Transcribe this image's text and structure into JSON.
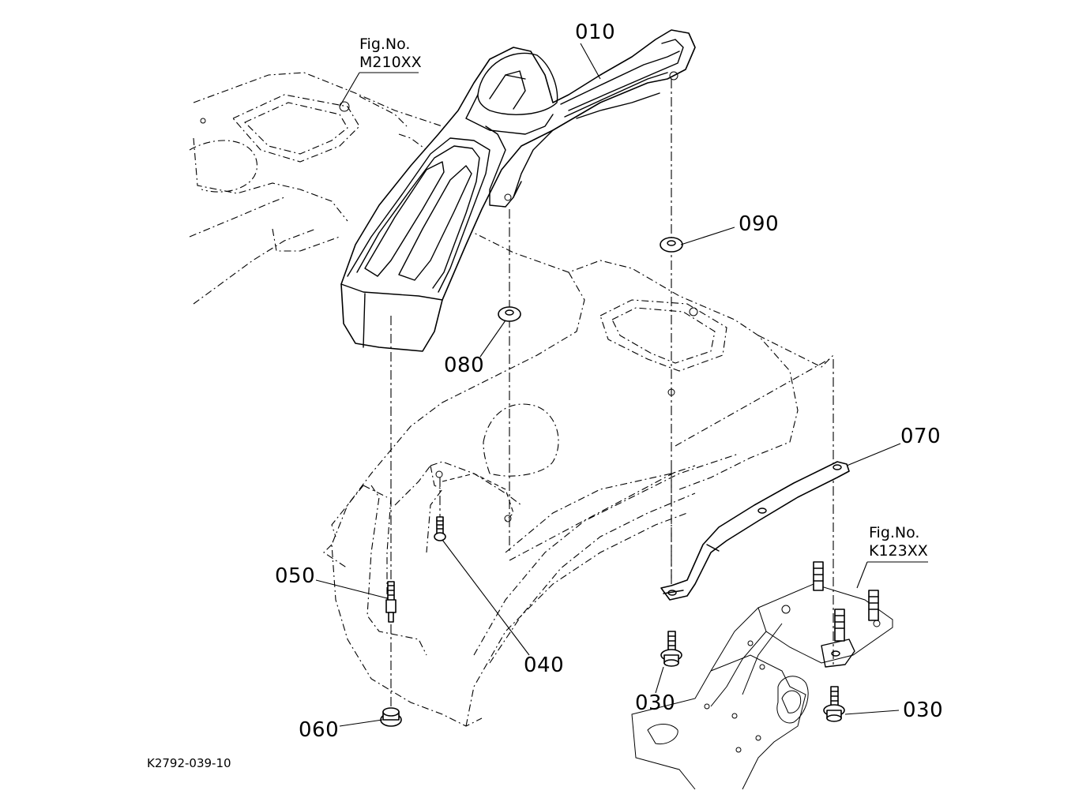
{
  "figure": {
    "ref_code": "K2792-039-10",
    "parts": [
      {
        "id": "010"
      },
      {
        "id": "030"
      },
      {
        "id": "030"
      },
      {
        "id": "040"
      },
      {
        "id": "050"
      },
      {
        "id": "060"
      },
      {
        "id": "070"
      },
      {
        "id": "080"
      },
      {
        "id": "090"
      }
    ],
    "cross_refs": [
      {
        "title": "Fig.No.",
        "number": "M210XX"
      },
      {
        "title": "Fig.No.",
        "number": "K123XX"
      }
    ]
  }
}
